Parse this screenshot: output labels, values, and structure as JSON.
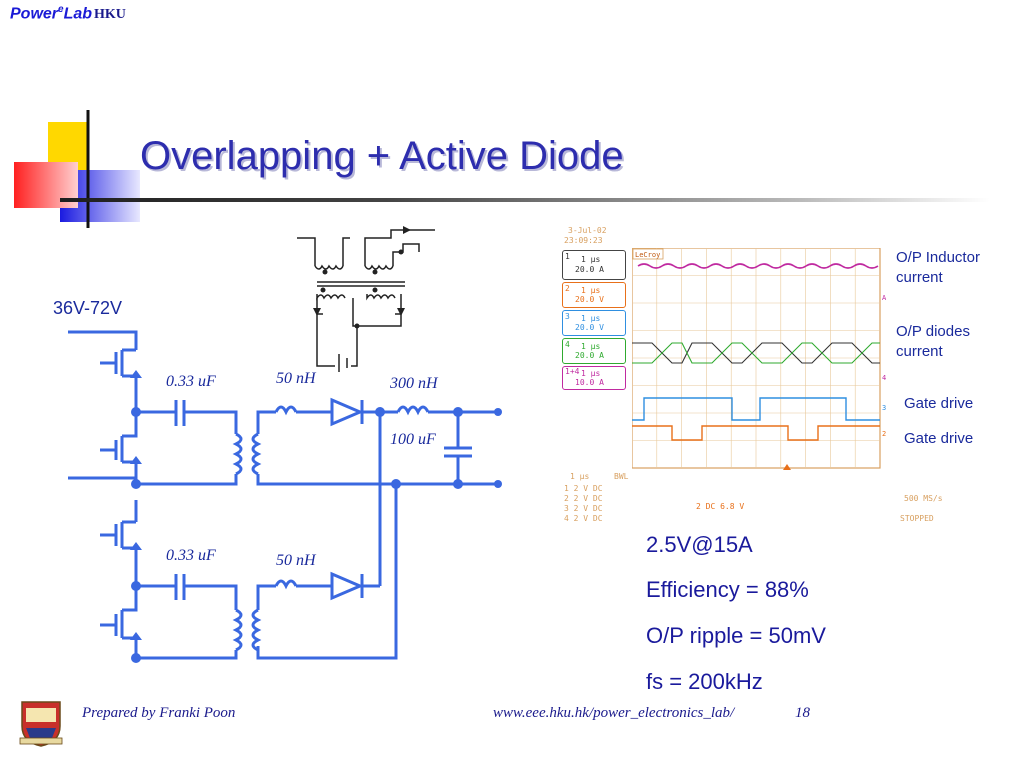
{
  "header": {
    "brand_main": "Power",
    "brand_sup": "e",
    "brand_lab": "Lab",
    "brand_hku": "HKU"
  },
  "slide": {
    "title": "Overlapping + Active Diode"
  },
  "circuit": {
    "input_voltage": "36V-72V",
    "cap1": "0.33 uF",
    "ind1": "50 nH",
    "out_ind": "300 nH",
    "out_cap": "100 uF",
    "cap2": "0.33 uF",
    "ind2": "50 nH"
  },
  "scope": {
    "date": "3-Jul-02",
    "time": "23:09:23",
    "brand": "LeCroy",
    "channels": [
      {
        "num": "1",
        "time": "1 μs",
        "scale": "20.0 A",
        "color": "#c02aa0"
      },
      {
        "num": "2",
        "time": "1 μs",
        "scale": "20.0 V",
        "color": "#e8701a"
      },
      {
        "num": "3",
        "time": "1 μs",
        "scale": "20.0 V",
        "color": "#2f8fe0"
      },
      {
        "num": "4",
        "time": "1 μs",
        "scale": "20.0 A",
        "color": "#2faa2f"
      },
      {
        "num": "1+4",
        "time": "1 μs",
        "scale": "10.0 A",
        "color": "#c02aa0"
      }
    ],
    "bottom": {
      "timebase": "1 μs",
      "bwl": "BWL",
      "rows": [
        "1  2  V  DC",
        "2  2  V  DC",
        "3  2  V  DC",
        "4  2  V  DC"
      ],
      "trigger": "2  DC 6.8 V",
      "rate": "500 MS/s",
      "status": "STOPPED"
    }
  },
  "annotations": {
    "op_inductor": "O/P Inductor current",
    "op_diodes": "O/P diodes current",
    "gate1": "Gate drive",
    "gate2": "Gate drive"
  },
  "specs": {
    "output": "2.5V@15A",
    "efficiency": "Efficiency = 88%",
    "ripple": "O/P ripple = 50mV",
    "fs": "fs = 200kHz"
  },
  "footer": {
    "prepared": "Prepared by Franki Poon",
    "url": "www.eee.hku.hk/power_electronics_lab/",
    "page": "18"
  },
  "colors": {
    "circuit": "#3a68e0",
    "title": "#2d2dae",
    "text": "#1a2a9c"
  }
}
